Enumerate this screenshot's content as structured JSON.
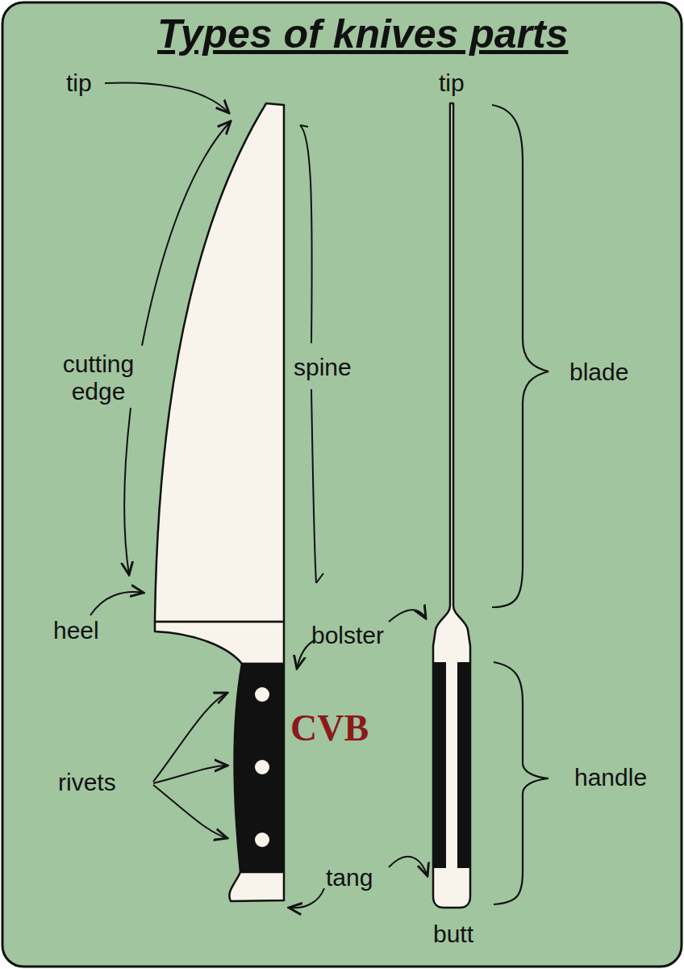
{
  "diagram": {
    "title": "Types of knives parts",
    "labels": [
      "tip",
      "tip",
      "cutting edge",
      "spine",
      "blade",
      "heel",
      "bolster",
      "rivets",
      "handle",
      "tang",
      "butt",
      "CVB"
    ]
  }
}
